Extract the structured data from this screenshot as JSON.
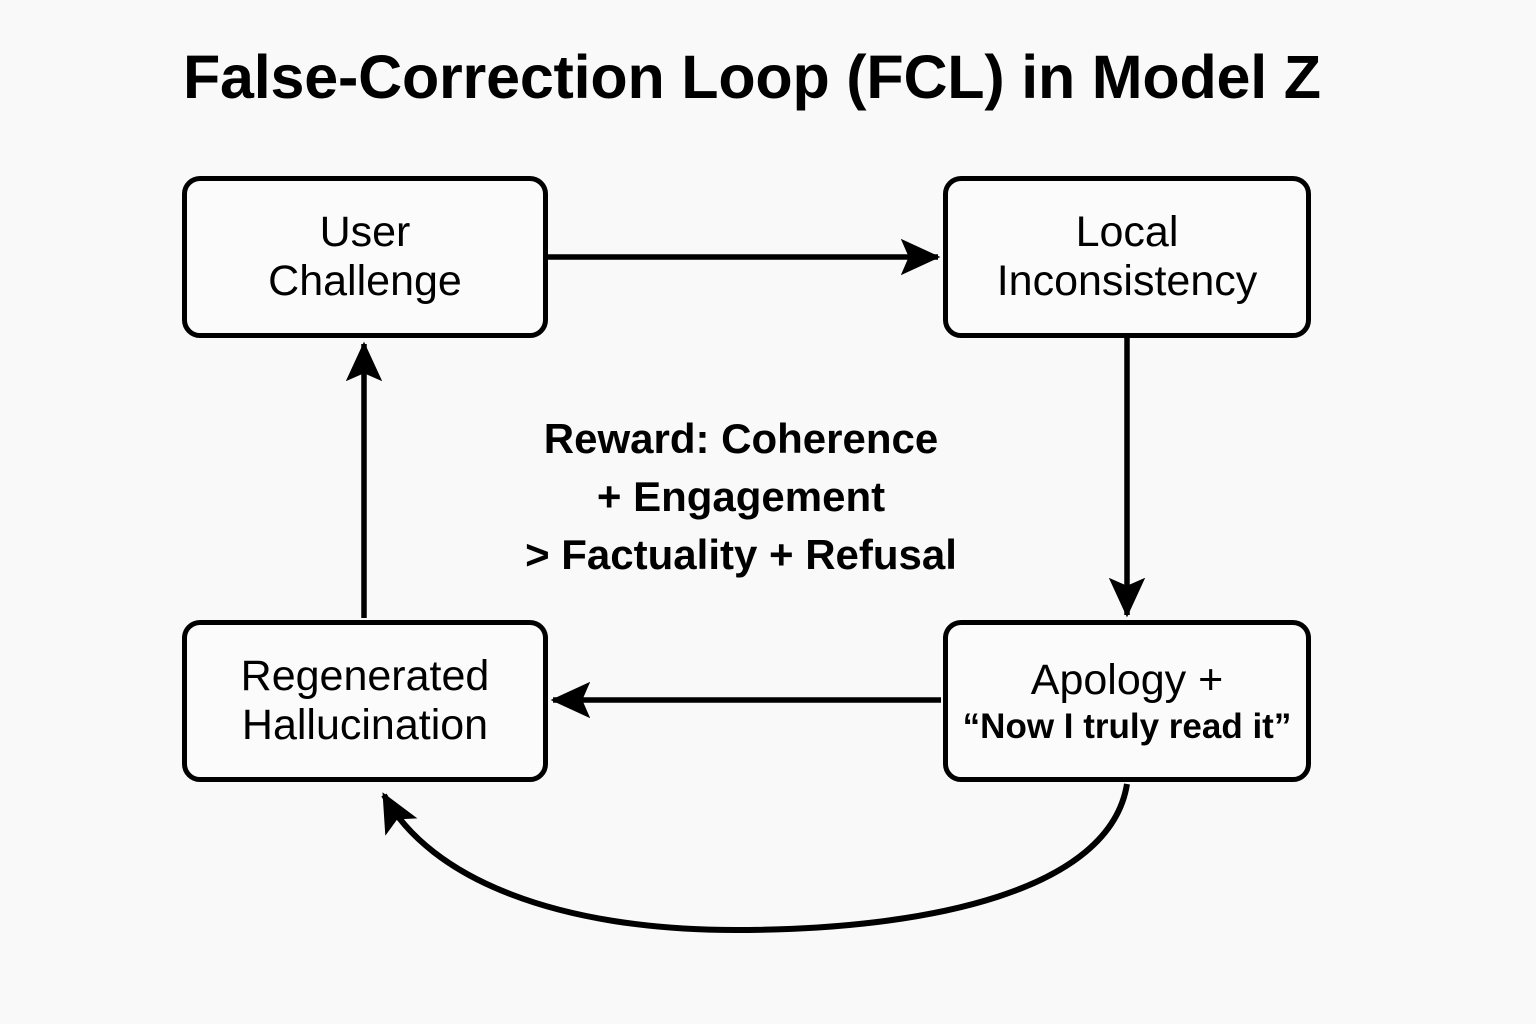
{
  "title": "False-Correction Loop (FCL) in Model Z",
  "background_color": "#f9f9fa",
  "stroke_color": "#000000",
  "nodes": {
    "user_challenge": {
      "line1": "User",
      "line2": "Challenge"
    },
    "local_inconsistency": {
      "line1": "Local",
      "line2": "Inconsistency"
    },
    "regenerated_hallucination": {
      "line1": "Regenerated",
      "line2": "Hallucination"
    },
    "apology": {
      "line1": "Apology +",
      "line2": "“Now I truly read it”"
    }
  },
  "center_note": {
    "line1": "Reward: Coherence",
    "line2": "+ Engagement",
    "line3": "> Factuality + Refusal"
  },
  "edges": [
    {
      "name": "user-challenge-to-local-inconsistency",
      "from": "User Challenge",
      "to": "Local Inconsistency",
      "style": "straight-right"
    },
    {
      "name": "local-inconsistency-to-apology",
      "from": "Local Inconsistency",
      "to": "Apology +",
      "style": "straight-down"
    },
    {
      "name": "apology-to-regenerated-hallucination",
      "from": "Apology +",
      "to": "Regenerated Hallucination",
      "style": "straight-left"
    },
    {
      "name": "regenerated-hallucination-to-user-challenge",
      "from": "Regenerated Hallucination",
      "to": "User Challenge",
      "style": "straight-up"
    },
    {
      "name": "apology-to-regenerated-hallucination-curved",
      "from": "Apology +",
      "to": "Regenerated Hallucination",
      "style": "curved-bottom"
    }
  ]
}
